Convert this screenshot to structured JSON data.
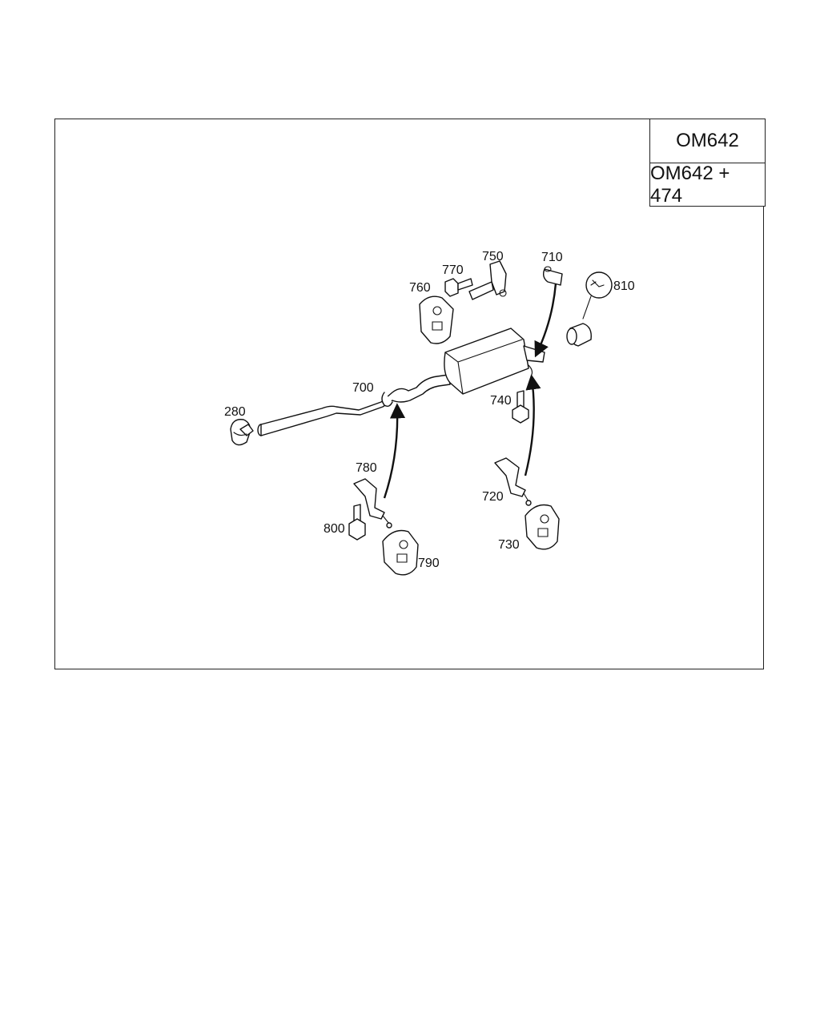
{
  "model_box": {
    "row1": "OM642",
    "row2": "OM642 + 474"
  },
  "parts": {
    "p280": "280",
    "p700": "700",
    "p710": "710",
    "p720": "720",
    "p730": "730",
    "p740": "740",
    "p750": "750",
    "p760": "760",
    "p770": "770",
    "p780": "780",
    "p790": "790",
    "p800": "800",
    "p810": "810"
  }
}
